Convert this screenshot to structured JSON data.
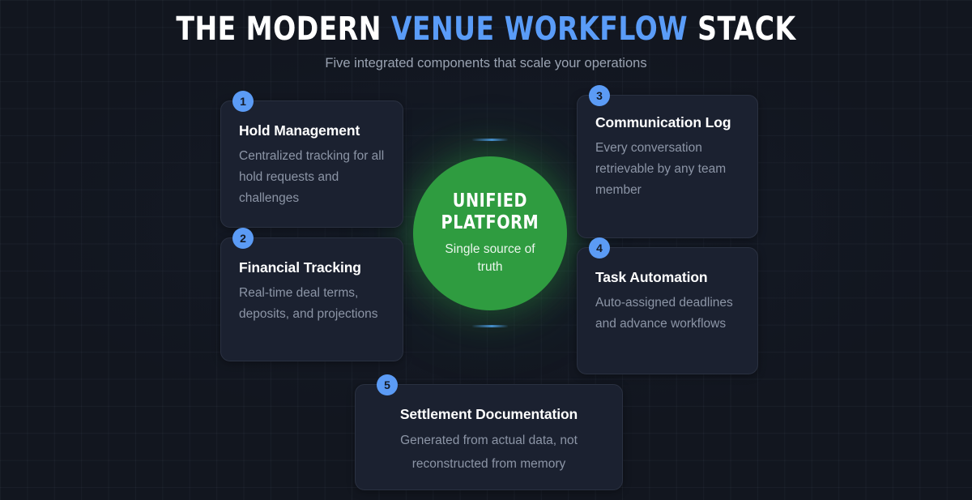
{
  "header": {
    "title_part1": "THE MODERN ",
    "title_highlight": "VENUE WORKFLOW",
    "title_part2": " STACK",
    "subtitle": "Five integrated components that scale your operations"
  },
  "hub": {
    "title_line1": "UNIFIED",
    "title_line2": "PLATFORM",
    "subtitle": "Single source of truth",
    "color": "#2f9c40"
  },
  "accent": {
    "blue": "#5a9cf8",
    "badge_blue": "#5b9bf5",
    "card_bg": "#1b2130",
    "page_bg": "#12161f"
  },
  "cards": [
    {
      "number": "1",
      "title": "Hold Management",
      "description": "Centralized tracking for all hold requests and challenges"
    },
    {
      "number": "2",
      "title": "Financial Tracking",
      "description": "Real-time deal terms, deposits, and projections"
    },
    {
      "number": "3",
      "title": "Communication Log",
      "description": "Every conversation retrievable by any team member"
    },
    {
      "number": "4",
      "title": "Task Automation",
      "description": "Auto-assigned deadlines and advance workflows"
    },
    {
      "number": "5",
      "title": "Settlement Documentation",
      "description": "Generated from actual data, not reconstructed from memory"
    }
  ]
}
